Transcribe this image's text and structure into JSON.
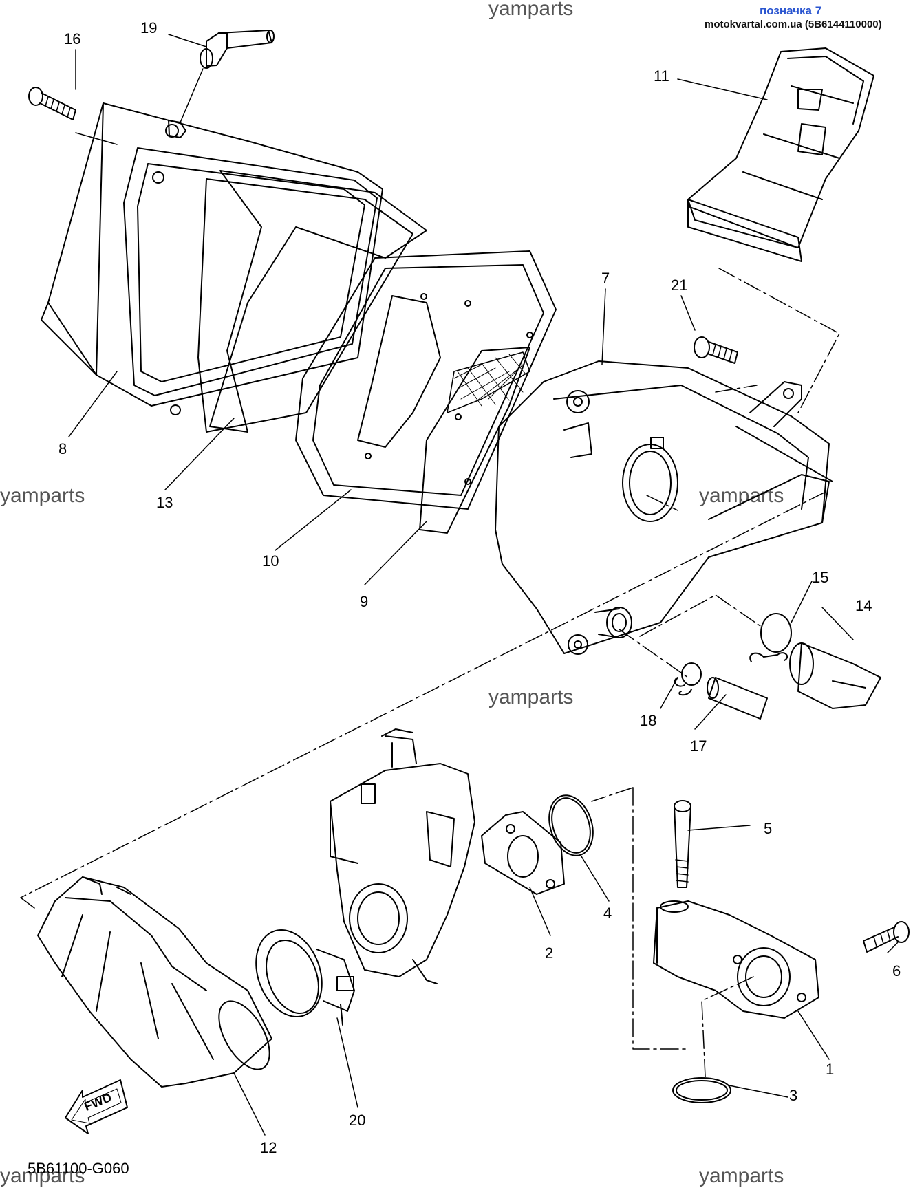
{
  "header": {
    "title": "позначка 7",
    "site": "motokvartal.com.ua (5B6144110000)"
  },
  "watermark": "yamparts",
  "drawing_ref": "5B61100-G060",
  "fwd_label": "FWD",
  "parts": {
    "p1": "1",
    "p2": "2",
    "p3": "3",
    "p4": "4",
    "p5": "5",
    "p6": "6",
    "p7": "7",
    "p8": "8",
    "p9": "9",
    "p10": "10",
    "p11": "11",
    "p12": "12",
    "p13": "13",
    "p14": "14",
    "p15": "15",
    "p16": "16",
    "p17": "17",
    "p18": "18",
    "p19": "19",
    "p20": "20",
    "p21": "21"
  }
}
